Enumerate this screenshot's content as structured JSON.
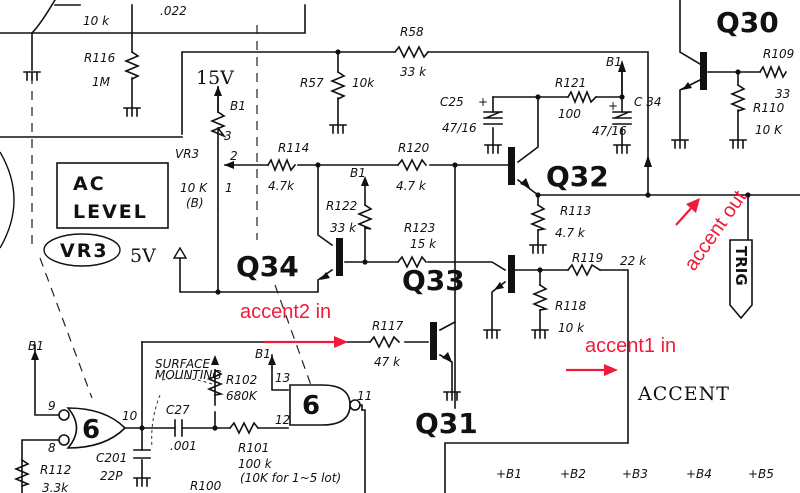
{
  "diagram": {
    "transistors": [
      "Q30",
      "Q32",
      "Q34",
      "Q33",
      "Q31"
    ],
    "resistors": {
      "r_top": "10 k",
      "r116": {
        "name": "R116",
        "value": "1M"
      },
      "r58": {
        "name": "R58",
        "value": "33 k"
      },
      "r57": {
        "name": "R57",
        "value": "10k"
      },
      "r121": {
        "name": "R121",
        "value": "100"
      },
      "r109": {
        "name": "R109",
        "value": "33"
      },
      "r110": {
        "name": "R110",
        "value": "10 K"
      },
      "r114": {
        "name": "R114",
        "value": "4.7k"
      },
      "r120": {
        "name": "R120",
        "value": "4.7 k"
      },
      "r122": {
        "name": "R122",
        "value": "33 k"
      },
      "r123": {
        "name": "R123",
        "value": "15 k"
      },
      "r113": {
        "name": "R113",
        "value": "4.7 k"
      },
      "r119": {
        "name": "R119",
        "value": "22 k"
      },
      "r118": {
        "name": "R118",
        "value": "10 k"
      },
      "r117": {
        "name": "R117",
        "value": "47 k"
      },
      "r102": {
        "name": "R102",
        "value": "680K"
      },
      "r101": {
        "name": "R101",
        "value": "100 k",
        "note": "(10K for 1~5 lot)"
      },
      "r112": {
        "name": "R112",
        "value": "3.3k"
      },
      "r100": {
        "name": "R100"
      }
    },
    "capacitors": {
      "c_top": ".022",
      "c25": {
        "name": "C25",
        "value": "47/16"
      },
      "c34": {
        "name": "C 34",
        "value": "47/16"
      },
      "c27": {
        "name": "C27",
        "value": ".001"
      },
      "c201": {
        "name": "C201",
        "value": "22P"
      }
    },
    "pot": {
      "name": "VR3",
      "value": "10 K",
      "taper": "(B)",
      "pins": [
        "3",
        "2",
        "1"
      ]
    },
    "supplies": {
      "b1": "B1",
      "v15": "15V",
      "v5": "5V"
    },
    "gates": {
      "gate_a": {
        "label": "6",
        "pins": [
          "9",
          "8",
          "10"
        ]
      },
      "gate_b": {
        "label": "6",
        "pins": [
          "13",
          "12",
          "11"
        ]
      }
    },
    "labels": {
      "ac_level": [
        "AC",
        "LEVEL"
      ],
      "vr3_badge": "VR3",
      "surface_mounting": [
        "SURFACE",
        "MOUNTING"
      ],
      "accent": "ACCENT",
      "trig": "TRIG",
      "bus": [
        "+B1",
        "+B2",
        "+B3",
        "+B4",
        "+B5"
      ]
    },
    "annotations": {
      "accent2_in": "accent2 in",
      "accent1_in": "accent1 in",
      "accent_out": "accent out",
      "color": "#f01b3a"
    }
  }
}
